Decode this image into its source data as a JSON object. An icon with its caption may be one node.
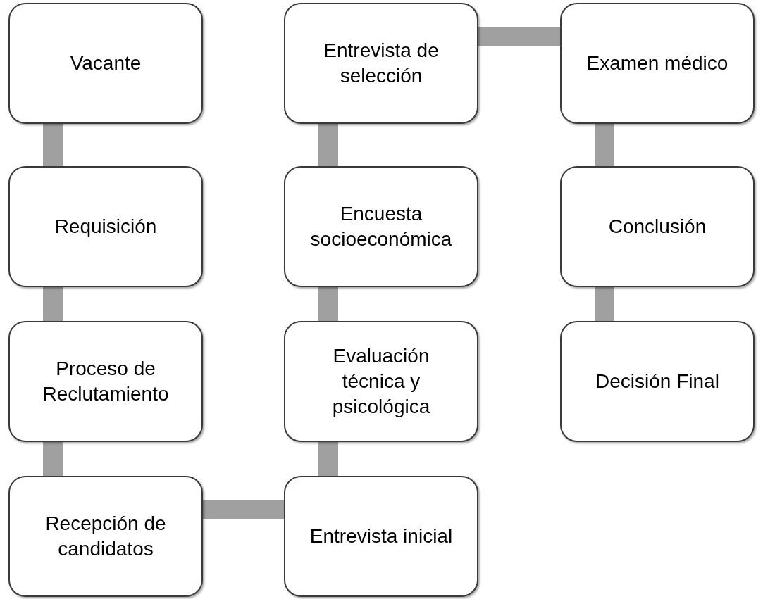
{
  "diagram": {
    "nodes": [
      {
        "text": [
          "Vacante"
        ]
      },
      {
        "text": [
          "Requisición"
        ]
      },
      {
        "text": [
          "Proceso de Reclutamiento"
        ]
      },
      {
        "text": [
          "Recepción de candidatos"
        ]
      },
      {
        "text": [
          "Entrevista inicial"
        ]
      },
      {
        "text": [
          "Evaluación técnica y psicológica"
        ]
      },
      {
        "text": [
          "Encuesta socioeconómica"
        ]
      },
      {
        "text": [
          "Entrevista de selección"
        ]
      },
      {
        "text": [
          "Examen médico"
        ]
      },
      {
        "text": [
          "Conclusión"
        ]
      },
      {
        "text": [
          "Decisión Final"
        ]
      }
    ],
    "edges": [
      {
        "from": 0,
        "to": 1,
        "arrow": "none"
      },
      {
        "from": 1,
        "to": 2,
        "arrow": "none"
      },
      {
        "from": 2,
        "to": 3,
        "arrow": "none"
      },
      {
        "from": 3,
        "to": 4,
        "arrow": "none"
      },
      {
        "from": 4,
        "to": 5,
        "arrow": "none"
      },
      {
        "from": 5,
        "to": 6,
        "arrow": "none"
      },
      {
        "from": 6,
        "to": 7,
        "arrow": "none"
      },
      {
        "from": 7,
        "to": 8,
        "arrow": "none"
      },
      {
        "from": 8,
        "to": 9,
        "arrow": "none"
      },
      {
        "from": 9,
        "to": 10,
        "arrow": "none"
      }
    ]
  }
}
